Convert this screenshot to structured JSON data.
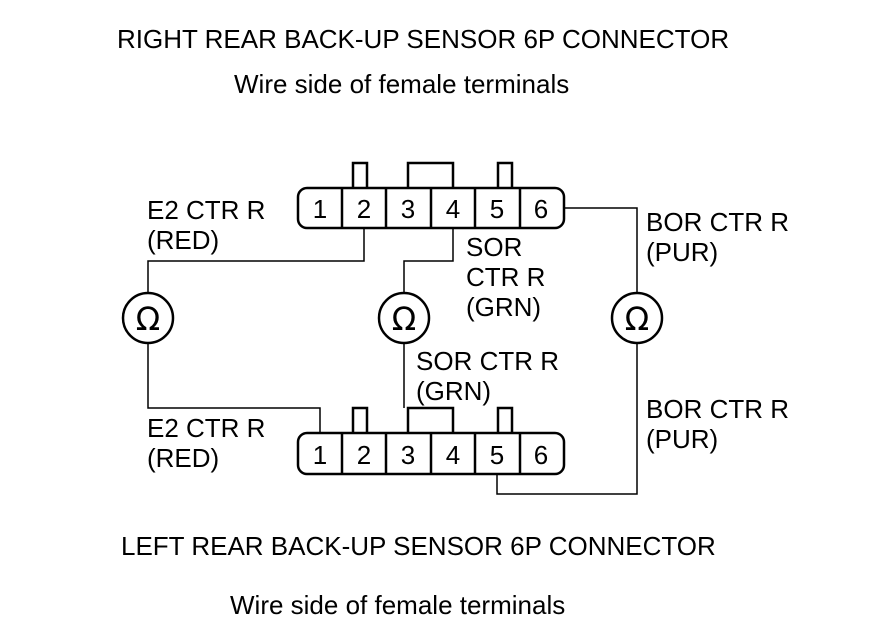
{
  "header": {
    "title": "RIGHT REAR BACK-UP SENSOR 6P CONNECTOR",
    "subtitle": "Wire side of female terminals"
  },
  "footer": {
    "title": "LEFT REAR BACK-UP SENSOR 6P CONNECTOR",
    "subtitle": "Wire side of female terminals"
  },
  "connectors": {
    "top": {
      "pins": [
        "1",
        "2",
        "3",
        "4",
        "5",
        "6"
      ]
    },
    "bottom": {
      "pins": [
        "1",
        "2",
        "3",
        "4",
        "5",
        "6"
      ]
    }
  },
  "meters": {
    "symbol": "Ω"
  },
  "labels": {
    "e2_top": [
      "E2 CTR R",
      "(RED)"
    ],
    "e2_bottom": [
      "E2 CTR R",
      "(RED)"
    ],
    "sor_top": [
      "SOR",
      "CTR R",
      "(GRN)"
    ],
    "sor_bottom": [
      "SOR CTR R",
      "(GRN)"
    ],
    "bor_top": [
      "BOR CTR R",
      "(PUR)"
    ],
    "bor_bottom": [
      "BOR CTR R",
      "(PUR)"
    ]
  }
}
